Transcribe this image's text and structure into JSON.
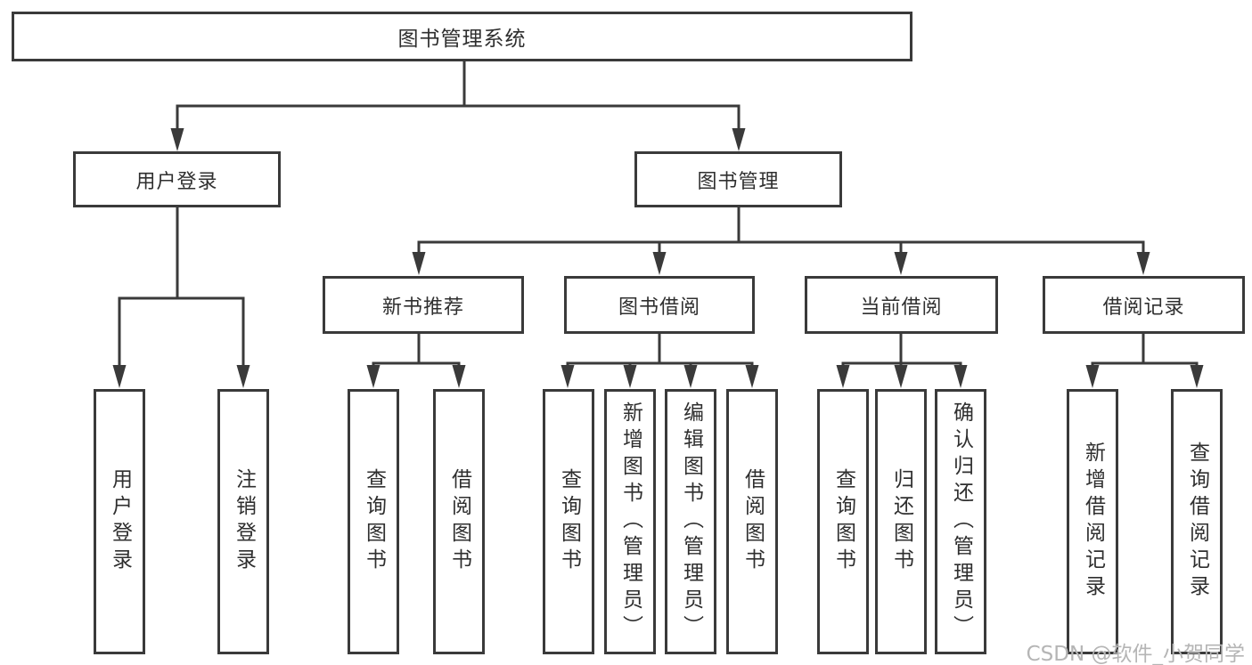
{
  "tree": {
    "root": {
      "label": "图书管理系统"
    },
    "branches": [
      {
        "label": "用户登录",
        "children": [
          {
            "label": "用户登录"
          },
          {
            "label": "注销登录"
          }
        ]
      },
      {
        "label": "图书管理",
        "children": [
          {
            "label": "新书推荐",
            "children": [
              {
                "label": "查询图书"
              },
              {
                "label": "借阅图书"
              }
            ]
          },
          {
            "label": "图书借阅",
            "children": [
              {
                "label": "查询图书"
              },
              {
                "label": "新增图书（管理员）"
              },
              {
                "label": "编辑图书（管理员）"
              },
              {
                "label": "借阅图书"
              }
            ]
          },
          {
            "label": "当前借阅",
            "children": [
              {
                "label": "查询图书"
              },
              {
                "label": "归还图书"
              },
              {
                "label": "确认归还（管理员）"
              }
            ]
          },
          {
            "label": "借阅记录",
            "children": [
              {
                "label": "新增借阅记录"
              },
              {
                "label": "查询借阅记录"
              }
            ]
          }
        ]
      }
    ]
  },
  "watermark": {
    "text": "CSDN @软件_小贺同学"
  },
  "colors": {
    "line": "#3a3a3a",
    "text": "#2f2f2f",
    "watermark": "#b5b5b5",
    "background": "#ffffff"
  }
}
